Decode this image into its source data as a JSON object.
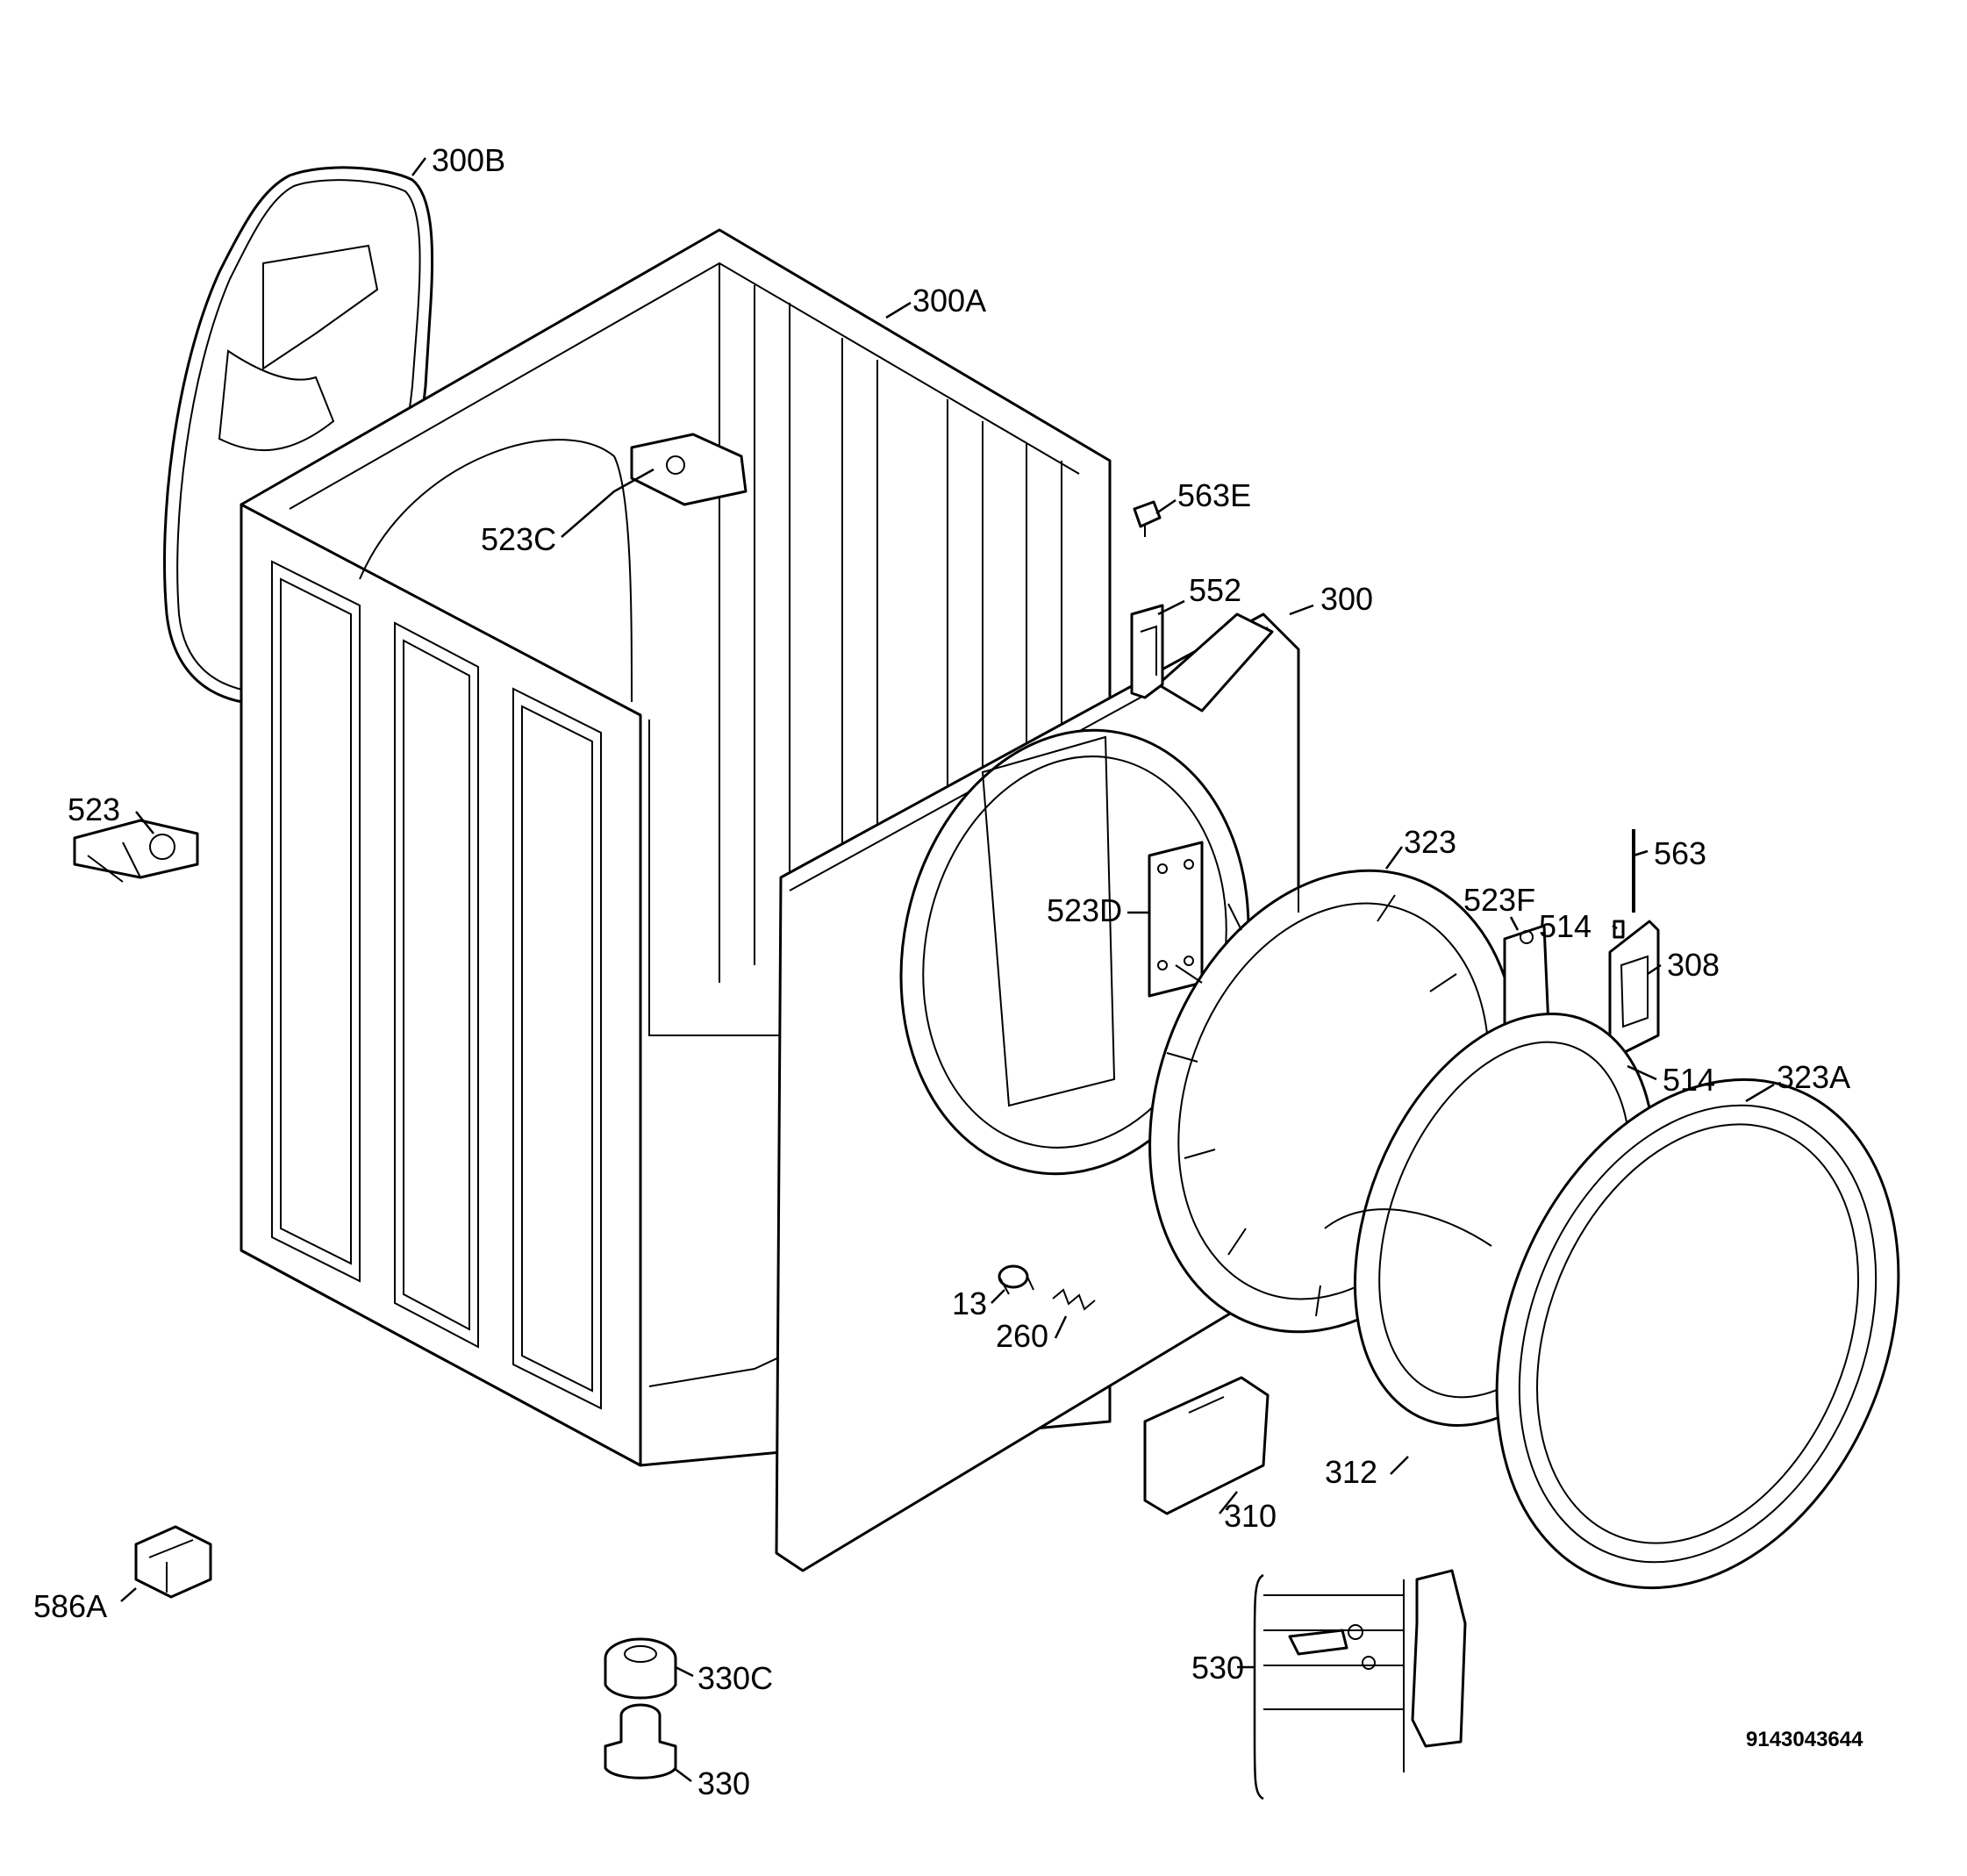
{
  "diagram": {
    "drawing_code": "9143043644",
    "parts": [
      {
        "id": "cabinet_body",
        "label": "300A"
      },
      {
        "id": "rear_panel",
        "label": "300B"
      },
      {
        "id": "front_panel",
        "label": "300"
      },
      {
        "id": "hinge_bracket_inner",
        "label": "523C"
      },
      {
        "id": "screw_563e",
        "label": "563E"
      },
      {
        "id": "catch_552",
        "label": "552"
      },
      {
        "id": "hinge_bracket_left",
        "label": "523"
      },
      {
        "id": "hinge_plate",
        "label": "523D"
      },
      {
        "id": "door_frame_inner",
        "label": "323"
      },
      {
        "id": "hinge_523f",
        "label": "523F"
      },
      {
        "id": "pin_563",
        "label": "563"
      },
      {
        "id": "pin_514_top",
        "label": "514"
      },
      {
        "id": "door_lock",
        "label": "308"
      },
      {
        "id": "pin_514_bottom",
        "label": "514"
      },
      {
        "id": "door_frame_outer",
        "label": "323A"
      },
      {
        "id": "door_glass",
        "label": "312"
      },
      {
        "id": "service_flap",
        "label": "310"
      },
      {
        "id": "bushing_13",
        "label": "13"
      },
      {
        "id": "spring_260",
        "label": "260"
      },
      {
        "id": "bracket_586a",
        "label": "586A"
      },
      {
        "id": "foot_330c",
        "label": "330C"
      },
      {
        "id": "foot_330",
        "label": "330"
      },
      {
        "id": "door_handle_kit",
        "label": "530"
      }
    ]
  }
}
